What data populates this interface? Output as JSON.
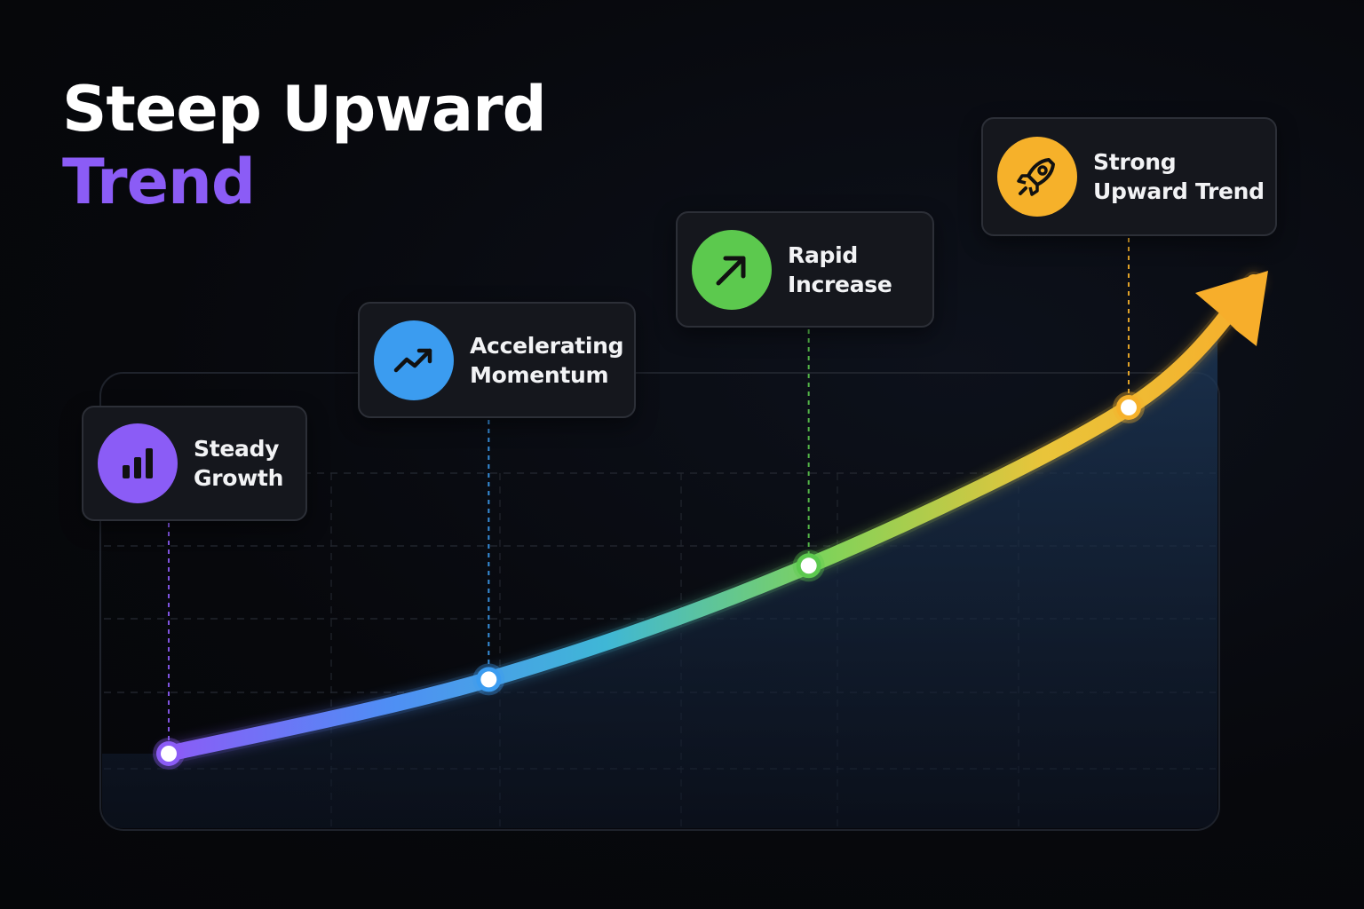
{
  "title": {
    "line1": "Steep Upward",
    "line2": "Trend",
    "line2_color": "#8b5cf6"
  },
  "chart_data": {
    "type": "line",
    "title": "Steep Upward Trend",
    "xlabel": "",
    "ylabel": "",
    "grid": true,
    "area_fill": true,
    "arrowhead": true,
    "points": [
      {
        "x": 1,
        "y": 1,
        "label_lines": [
          "Steady",
          "Growth"
        ],
        "color": "#8b5cf6",
        "icon": "bar-chart-icon"
      },
      {
        "x": 2,
        "y": 2.5,
        "label_lines": [
          "Accelerating",
          "Momentum"
        ],
        "color": "#3b9cf0",
        "icon": "trending-up-icon"
      },
      {
        "x": 3,
        "y": 4.8,
        "label_lines": [
          "Rapid",
          "Increase"
        ],
        "color": "#5cc94e",
        "icon": "arrow-up-right-icon"
      },
      {
        "x": 4,
        "y": 8,
        "label_lines": [
          "Strong",
          "Upward Trend"
        ],
        "color": "#f6b12a",
        "icon": "rocket-icon"
      }
    ],
    "gradient_colors": [
      "#8b5cf6",
      "#4f8ef5",
      "#3fb7d6",
      "#7fd35a",
      "#e9c43a",
      "#f7ae2b"
    ]
  }
}
